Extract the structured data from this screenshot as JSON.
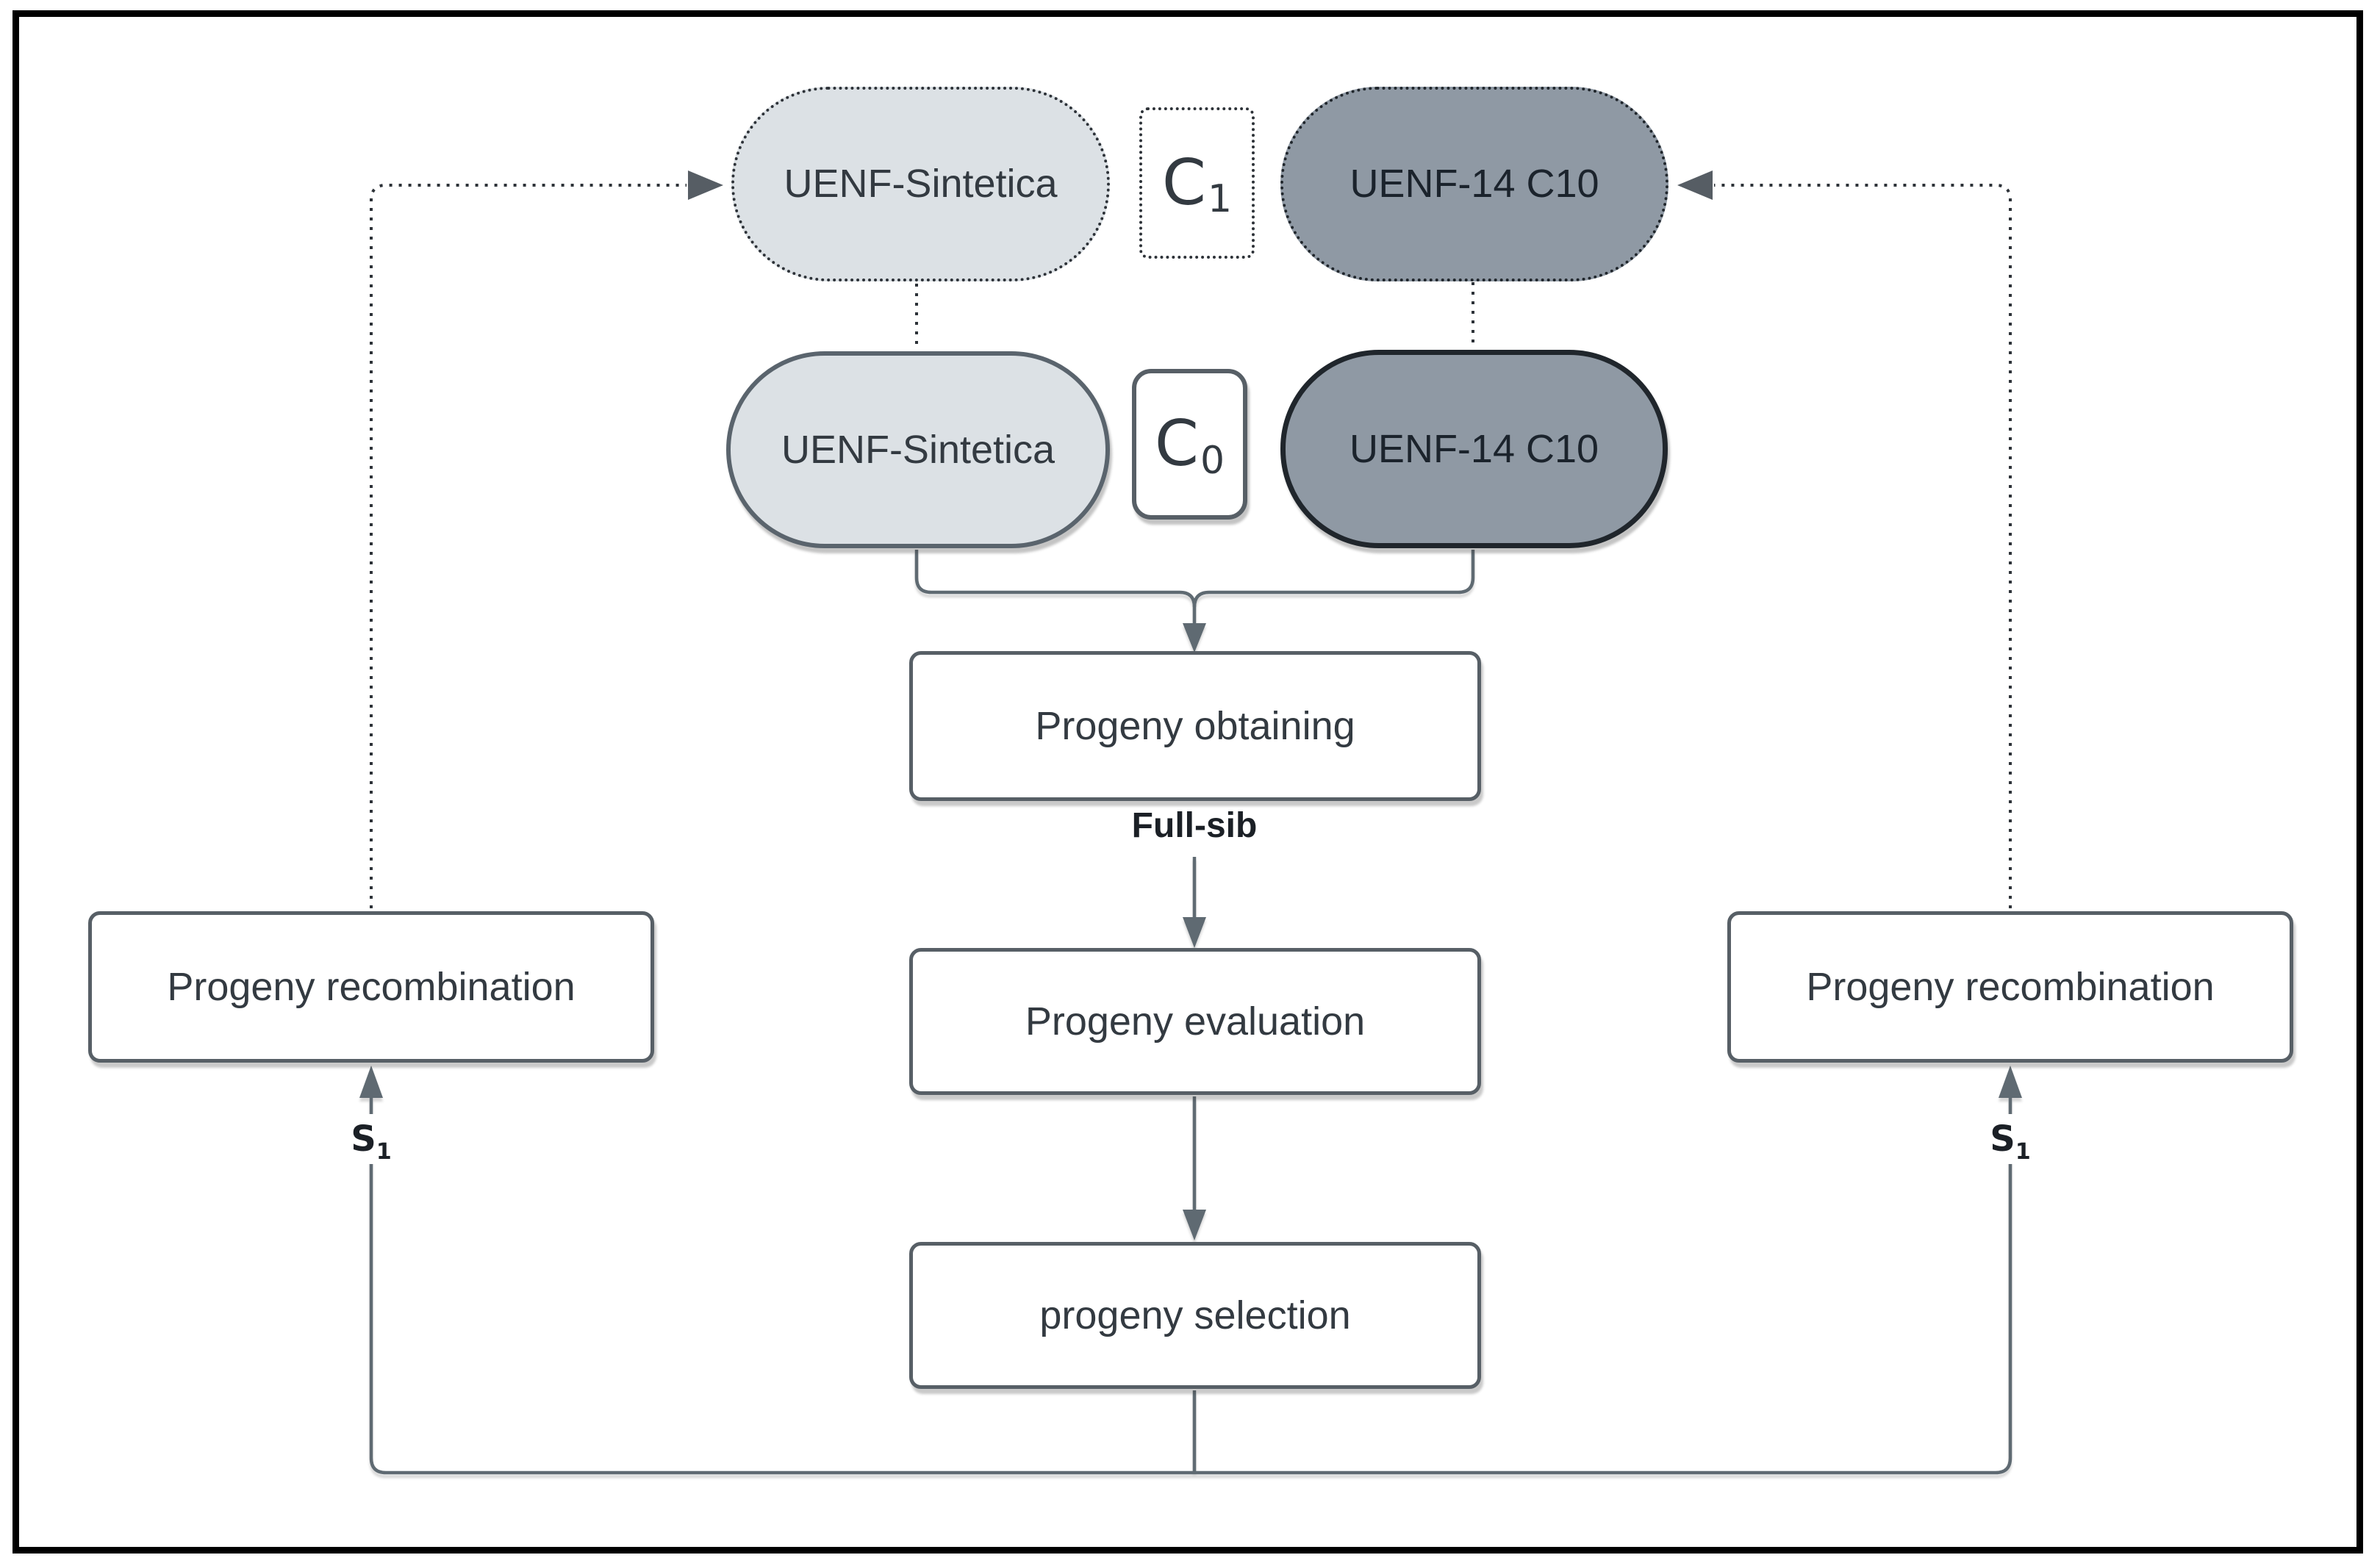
{
  "figure": {
    "kind": "recurrent-selection-breeding-flowchart"
  },
  "colors": {
    "canvas_bg": "#ffffff",
    "frame": "#000000",
    "light_fill": "#dce1e5",
    "dark_fill": "#8f99a4",
    "node_fill": "#ffffff",
    "solid_line": "#5f6a72",
    "dotted_line": "#2d3238",
    "arrow_dark": "#565d64",
    "mid_border": "#5a646d",
    "dark_border": "#20262c",
    "box_border": "#575f66",
    "text": "#333a41",
    "text_on_dark": "#1b232c",
    "label_text": "#1b2026"
  },
  "nodes": {
    "uenf_sintetica_c1": {
      "label": "UENF-Sintetica"
    },
    "cycle_c1": {
      "base": "C",
      "sub": "1"
    },
    "uenf_14_c1": {
      "label": "UENF-14 C10"
    },
    "uenf_sintetica_c0": {
      "label": "UENF-Sintetica"
    },
    "cycle_c0": {
      "base": "C",
      "sub": "0"
    },
    "uenf_14_c0": {
      "label": "UENF-14 C10"
    },
    "progeny_obtaining": {
      "label": "Progeny obtaining"
    },
    "progeny_evaluation": {
      "label": "Progeny evaluation"
    },
    "progeny_selection": {
      "label": "progeny selection"
    },
    "progeny_recombination_left": {
      "label": "Progeny recombination"
    },
    "progeny_recombination_right": {
      "label": "Progeny recombination"
    }
  },
  "edge_labels": {
    "full_sib": "Full-sib",
    "s1_left": {
      "base": "S",
      "sub": "1"
    },
    "s1_right": {
      "base": "S",
      "sub": "1"
    }
  }
}
